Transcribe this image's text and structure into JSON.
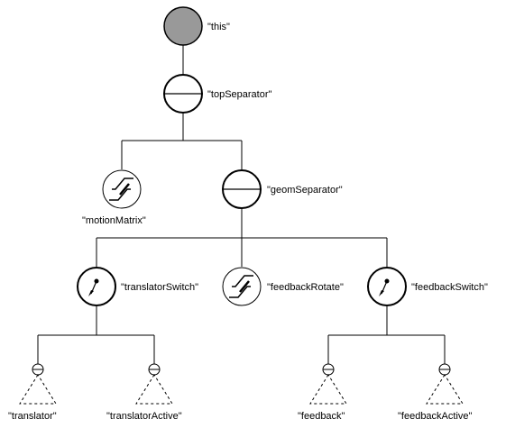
{
  "colors": {
    "line": "#000000",
    "root_fill": "#999999",
    "node_fill": "#ffffff"
  },
  "diagram": {
    "nodes": {
      "root": {
        "label": "\"this\"",
        "icon": "filled-circle-icon"
      },
      "top_separator": {
        "label": "\"topSeparator\"",
        "icon": "separator-icon"
      },
      "motion_matrix": {
        "label": "\"motionMatrix\"",
        "icon": "transform-icon"
      },
      "geom_separator": {
        "label": "\"geomSeparator\"",
        "icon": "separator-icon"
      },
      "translator_switch": {
        "label": "\"translatorSwitch\"",
        "icon": "switch-icon"
      },
      "feedback_rotate": {
        "label": "\"feedbackRotate\"",
        "icon": "transform-icon"
      },
      "feedback_switch": {
        "label": "\"feedbackSwitch\"",
        "icon": "switch-icon"
      },
      "translator": {
        "label": "\"translator\"",
        "icon": "dashed-triangle-icon"
      },
      "translator_active": {
        "label": "\"translatorActive\"",
        "icon": "dashed-triangle-icon"
      },
      "feedback": {
        "label": "\"feedback\"",
        "icon": "dashed-triangle-icon"
      },
      "feedback_active": {
        "label": "\"feedbackActive\"",
        "icon": "dashed-triangle-icon"
      }
    }
  }
}
